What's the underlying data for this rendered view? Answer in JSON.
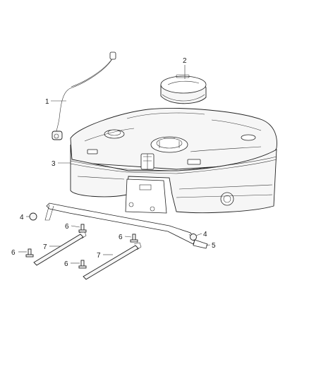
{
  "callouts": {
    "c1": "1",
    "c2": "2",
    "c3": "3",
    "c4a": "4",
    "c4b": "4",
    "c5": "5",
    "c6a": "6",
    "c6b": "6",
    "c6c": "6",
    "c6d": "6",
    "c7a": "7",
    "c7b": "7"
  }
}
